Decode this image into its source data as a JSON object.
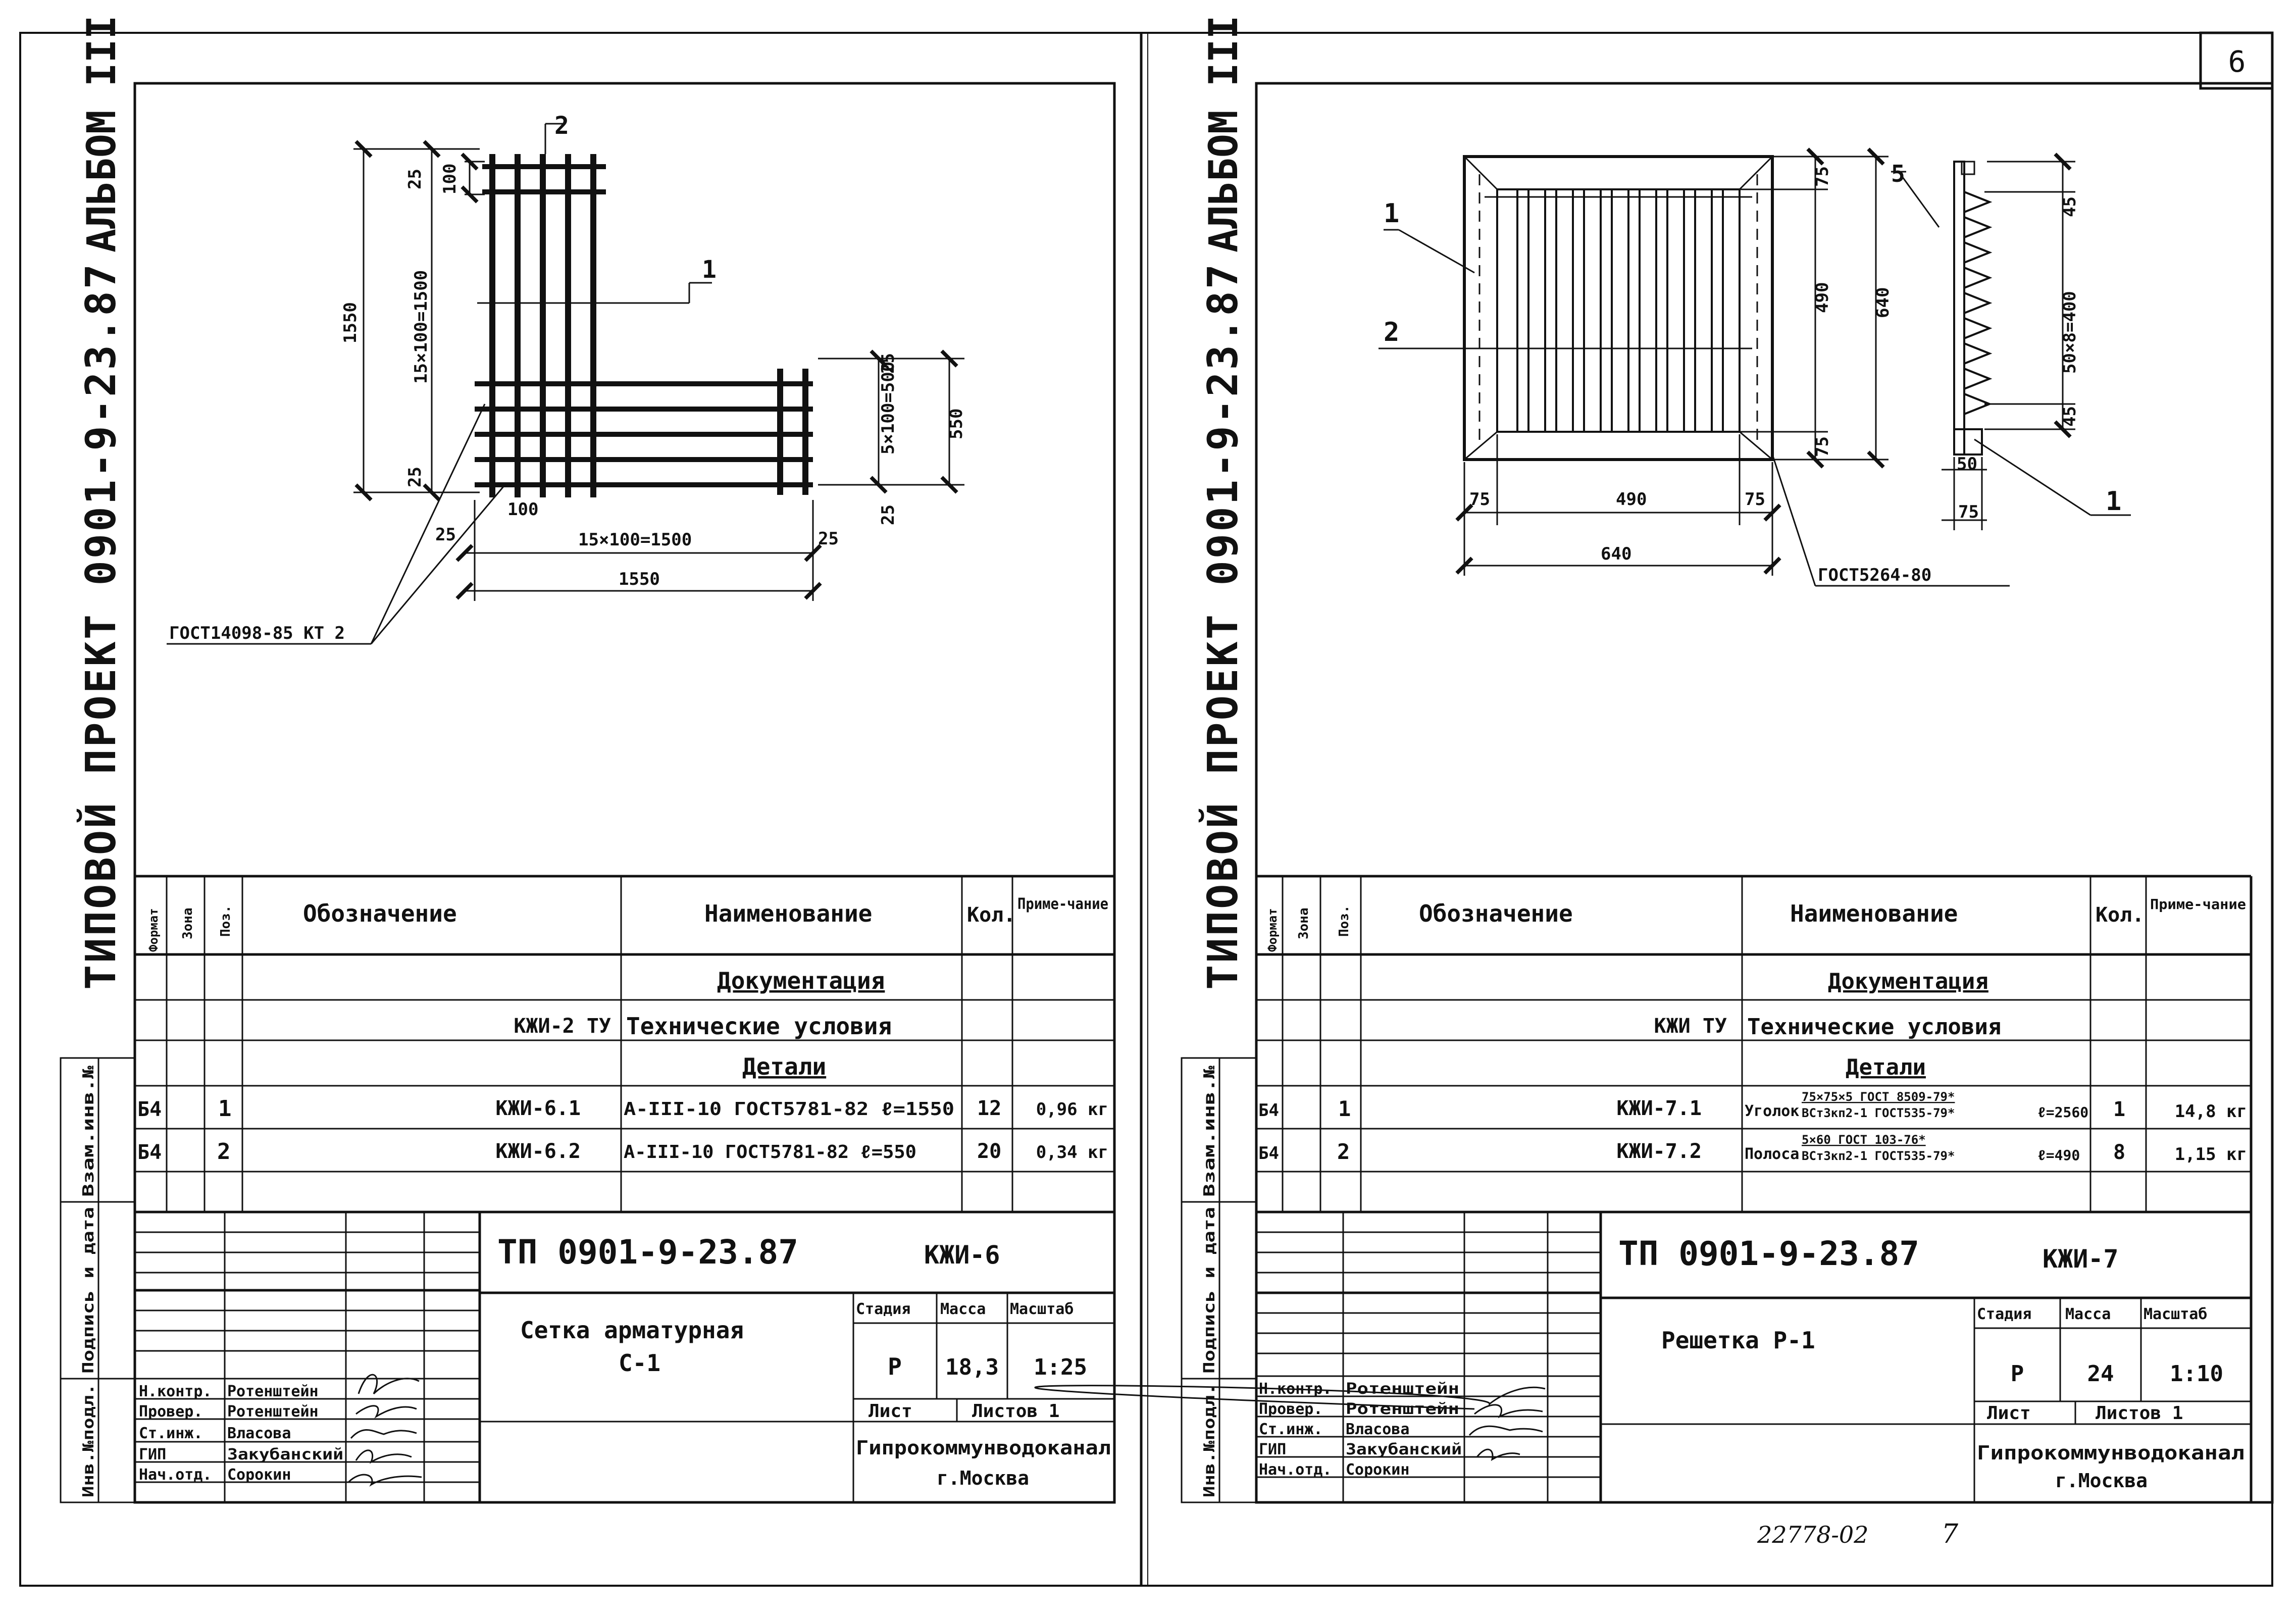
{
  "page_number": "6",
  "bottom_code": "22778-02",
  "bottom_number": "7",
  "side": {
    "album": "АЛЬБОМ III",
    "project": "ТИПОВОЙ ПРОЕКТ 0901-9-23.87"
  },
  "left": {
    "drawing": {
      "dims": {
        "d25_top": "25",
        "d100_top": "100",
        "d1550_v": "1550",
        "d15x100_v": "15×100=1500",
        "d25_bl": "25",
        "d25_diag": "25",
        "d100_corner": "100",
        "d15x100_h": "15×100=1500",
        "d1550_h": "1550",
        "d25_r_top": "25",
        "d5x100_v": "5×100=500",
        "d550_v": "550",
        "d25_r_bot": "25",
        "d25_r": "25"
      },
      "callout_1": "1",
      "callout_2": "2",
      "gost": "ГОСТ14098-85 КТ 2"
    },
    "spec": {
      "headers": {
        "format": "Формат",
        "zone": "Зона",
        "pos": "Поз.",
        "designation": "Обозначение",
        "name": "Наименование",
        "qty": "Кол.",
        "note": "Приме-чание"
      },
      "section_docs": "Документация",
      "doc_designation": "КЖИ-2 ТУ",
      "doc_name": "Технические условия",
      "section_parts": "Детали",
      "rows": [
        {
          "format": "Б4",
          "pos": "1",
          "designation": "КЖИ-6.1",
          "name": "A-III-10 ГОСТ5781-82 ℓ=1550",
          "qty": "12",
          "note": "0,96 кг"
        },
        {
          "format": "Б4",
          "pos": "2",
          "designation": "КЖИ-6.2",
          "name": "A-III-10 ГОСТ5781-82 ℓ=550",
          "qty": "20",
          "note": "0,34 кг"
        }
      ],
      "side_labels": [
        "Взам.инв.№",
        "Подпись и дата",
        "Инв.№подл."
      ]
    },
    "title_block": {
      "code": "ТП 0901-9-23.87",
      "sheet_code": "КЖИ-6",
      "title": "Сетка арматурная",
      "subtitle": "С-1",
      "stage_label": "Стадия",
      "mass_label": "Масса",
      "scale_label": "Масштаб",
      "stage": "Р",
      "mass": "18,3",
      "scale": "1:25",
      "sheet_label": "Лист",
      "sheets_label": "Листов 1",
      "org": "Гипрокоммунводоканал",
      "city": "г.Москва",
      "people": [
        {
          "role": "Н.контр.",
          "name": "Ротенштейн"
        },
        {
          "role": "Провер.",
          "name": "Ротенштейн"
        },
        {
          "role": "Ст.инж.",
          "name": "Власова"
        },
        {
          "role": "ГИП",
          "name": "Закубанский"
        },
        {
          "role": "Нач.отд.",
          "name": "Сорокин"
        }
      ]
    }
  },
  "right": {
    "drawing": {
      "dims": {
        "d75_top": "75",
        "d490_v": "490",
        "d640_v": "640",
        "d75_bot": "75",
        "d75_l": "75",
        "d490_h": "490",
        "d75_r": "75",
        "d640_h": "640",
        "d45_top": "45",
        "d50x8": "50×8=400",
        "d45_bot": "45",
        "d50": "50",
        "d75_s": "75"
      },
      "callout_1": "1",
      "callout_2": "2",
      "callout_5": "5",
      "callout_1b": "1",
      "gost": "ГОСТ5264-80"
    },
    "spec": {
      "headers": {
        "format": "Формат",
        "zone": "Зона",
        "pos": "Поз.",
        "designation": "Обозначение",
        "name": "Наименование",
        "qty": "Кол.",
        "note": "Приме-чание"
      },
      "section_docs": "Документация",
      "doc_designation": "КЖИ ТУ",
      "doc_name": "Технические условия",
      "section_parts": "Детали",
      "rows": [
        {
          "format": "Б4",
          "pos": "1",
          "designation": "КЖИ-7.1",
          "name_prefix": "Уголок",
          "name_top": "75×75×5 ГОСТ 8509-79*",
          "name_bottom": "ВСт3кп2-1 ГОСТ535-79*",
          "name_len": "ℓ=2560",
          "qty": "1",
          "note": "14,8 кг"
        },
        {
          "format": "Б4",
          "pos": "2",
          "designation": "КЖИ-7.2",
          "name_prefix": "Полоса",
          "name_top": "5×60 ГОСТ 103-76*",
          "name_bottom": "ВСт3кп2-1 ГОСТ535-79*",
          "name_len": "ℓ=490",
          "qty": "8",
          "note": "1,15 кг"
        }
      ],
      "side_labels": [
        "Взам.инв.№",
        "Подпись и дата",
        "Инв.№подл."
      ]
    },
    "title_block": {
      "code": "ТП 0901-9-23.87",
      "sheet_code": "КЖИ-7",
      "title": "Решетка Р-1",
      "stage_label": "Стадия",
      "mass_label": "Масса",
      "scale_label": "Масштаб",
      "stage": "Р",
      "mass": "24",
      "scale": "1:10",
      "sheet_label": "Лист",
      "sheets_label": "Листов 1",
      "org": "Гипрокоммунводоканал",
      "city": "г.Москва",
      "people": [
        {
          "role": "Н.контр.",
          "name": "Ротенштейн"
        },
        {
          "role": "Провер.",
          "name": "Ротенштейн"
        },
        {
          "role": "Ст.инж.",
          "name": "Власова"
        },
        {
          "role": "ГИП",
          "name": "Закубанский"
        },
        {
          "role": "Нач.отд.",
          "name": "Сорокин"
        }
      ]
    }
  }
}
